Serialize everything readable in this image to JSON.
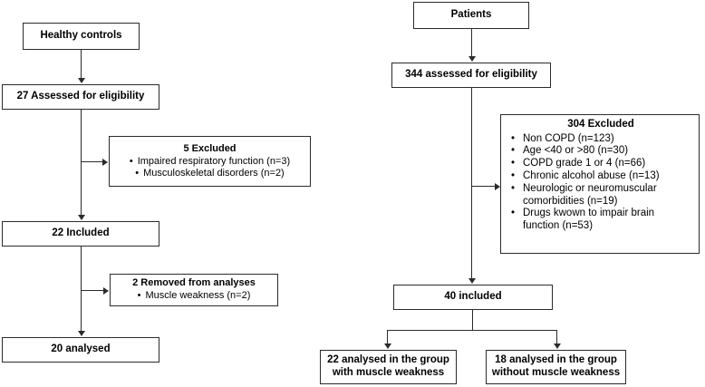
{
  "diagram": {
    "type": "consort-flow-diagram",
    "arms": [
      {
        "id": "healthy-controls",
        "name": "Healthy controls arm"
      },
      {
        "id": "patients",
        "name": "Patients arm"
      }
    ]
  },
  "left": {
    "source_box": "Healthy controls",
    "assessed_box": "27 Assessed for eligibility",
    "excluded_box": {
      "title": "5 Excluded",
      "items": [
        "Impaired respiratory function (n=3)",
        "Musculoskeletal disorders (n=2)"
      ]
    },
    "included_box": "22 Included",
    "removed_box": {
      "title": "2 Removed from analyses",
      "items": [
        "Muscle weakness (n=2)"
      ]
    },
    "analysed_box": "20 analysed"
  },
  "right": {
    "source_box": "Patients",
    "assessed_box": "344 assessed for eligibility",
    "excluded_box": {
      "title": "304 Excluded",
      "items": [
        "Non COPD (n=123)",
        "Age <40 or >80 (n=30)",
        "COPD grade 1 or 4 (n=66)",
        "Chronic alcohol abuse (n=13)",
        "Neurologic or neuromuscular comorbidities (n=19)",
        "Drugs kwown to impair brain function (n=53)"
      ],
      "items_wrapped": [
        [
          "Non COPD (n=123)"
        ],
        [
          "Age <40 or >80 (n=30)"
        ],
        [
          "COPD grade 1 or 4 (n=66)"
        ],
        [
          "Chronic alcohol abuse (n=13)"
        ],
        [
          "Neurologic or neuromuscular",
          "comorbidities (n=19)"
        ],
        [
          "Drugs kwown to impair brain",
          "function (n=53)"
        ]
      ]
    },
    "included_box": "40 included",
    "analysed_with": "22 analysed in the group\nwith muscle weakness",
    "analysed_without": "18 analysed in the group\nwithout muscle weakness"
  },
  "bullet_glyph": "•",
  "colors": {
    "stroke": "#2b2b2b",
    "text": "#000000",
    "background": "#ffffff"
  }
}
